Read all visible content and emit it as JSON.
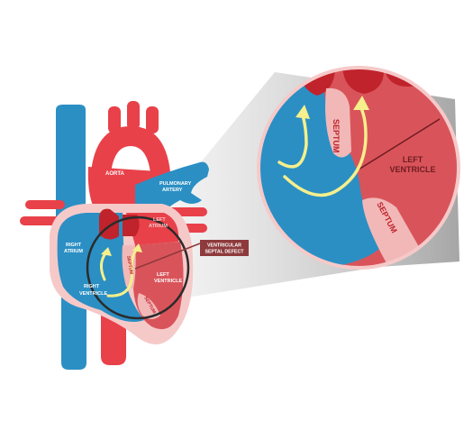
{
  "labels": {
    "aorta": "AORTA",
    "pulmonary_artery_line1": "PULMONARY",
    "pulmonary_artery_line2": "ARTERY",
    "left_atrium_line1": "LEFT",
    "left_atrium_line2": "ATRIUM",
    "right_atrium_line1": "RIGHT",
    "right_atrium_line2": "ATRIUM",
    "right_ventricle_line1": "RIGHT",
    "right_ventricle_line2": "VENTRICLE",
    "left_ventricle_line1": "LEFT",
    "left_ventricle_line2": "VENTRICLE",
    "septum_small": "SEPTUM",
    "septum_small_lower": "SEPTUM",
    "vsd_line1": "VENTRICULAR",
    "vsd_line2": "SEPTAL DEFECT",
    "zoom_septum_upper": "SEPTUM",
    "zoom_septum_lower": "SEPTUM",
    "zoom_left_ventricle_line1": "LEFT",
    "zoom_left_ventricle_line2": "VENTRICLE"
  },
  "colors": {
    "oxygenated_red": "#e8414a",
    "deoxygenated_blue": "#2b8fc4",
    "heart_muscle": "#d9545a",
    "pericardium_pink": "#f6c9c9",
    "septum_pink": "#f2b8b8",
    "flow_arrow": "#f5ef8c",
    "vsd_tag": "#8e3a3c",
    "lens_outline": "#2b2b2b",
    "magnifier_beam": "#cfcfcf"
  }
}
